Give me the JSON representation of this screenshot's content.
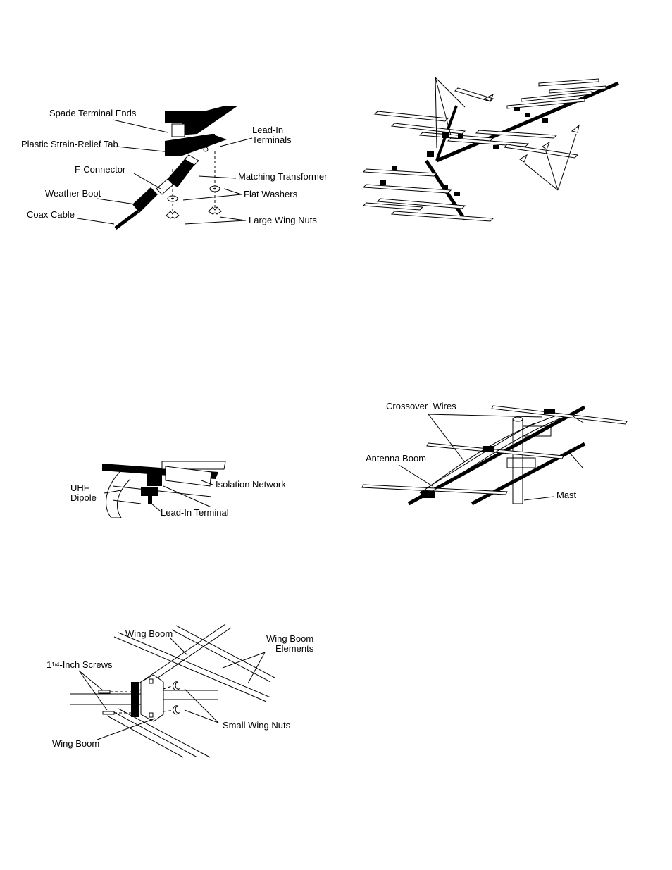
{
  "figures": {
    "fig1": {
      "labels": {
        "spade": "Spade Terminal Ends",
        "strain": "Plastic Strain-Relief Tab",
        "leadin": "Lead-In\nTerminals",
        "fconn": "F-Connector",
        "matching": "Matching Transformer",
        "boot": "Weather Boot",
        "washers": "Flat Washers",
        "coax": "Coax Cable",
        "wingnuts": "Large Wing Nuts"
      }
    },
    "fig3": {
      "labels": {
        "uhf": "UHF\nDipole",
        "isolation": "Isolation Network",
        "terminal": "Lead-In Terminal"
      }
    },
    "fig4": {
      "labels": {
        "crossover": "Crossover  Wires",
        "boom": "Antenna Boom",
        "mast": "Mast"
      }
    },
    "fig5": {
      "labels": {
        "wingboom_top": "Wing Boom",
        "elements": "Wing Boom\nElements",
        "screws_pre": "1",
        "screws_frac": "1/4",
        "screws_post": "-Inch Screws",
        "nuts": "Small Wing Nuts",
        "wingboom_bottom": "Wing Boom"
      }
    }
  }
}
